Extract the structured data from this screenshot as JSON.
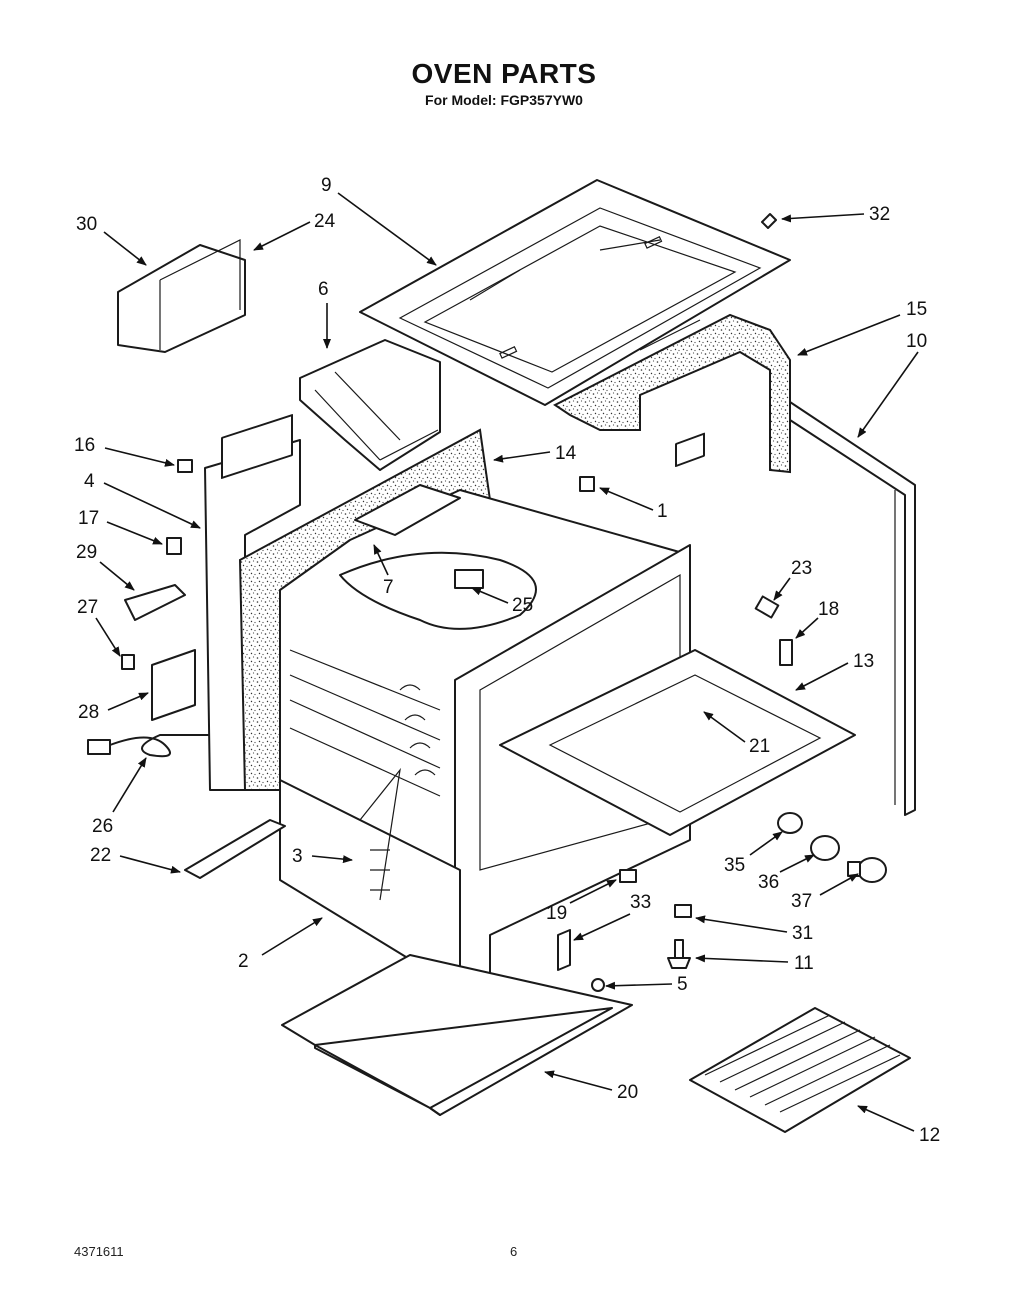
{
  "header": {
    "title": "OVEN PARTS",
    "subtitle": "For Model: FGP357YW0"
  },
  "footer": {
    "doc_number": "4371611",
    "page_number": "6"
  },
  "callouts": [
    {
      "label": "1"
    },
    {
      "label": "2"
    },
    {
      "label": "3"
    },
    {
      "label": "4"
    },
    {
      "label": "5"
    },
    {
      "label": "6"
    },
    {
      "label": "7"
    },
    {
      "label": "9"
    },
    {
      "label": "10"
    },
    {
      "label": "11"
    },
    {
      "label": "12"
    },
    {
      "label": "13"
    },
    {
      "label": "14"
    },
    {
      "label": "15"
    },
    {
      "label": "16"
    },
    {
      "label": "17"
    },
    {
      "label": "18"
    },
    {
      "label": "19"
    },
    {
      "label": "20"
    },
    {
      "label": "21"
    },
    {
      "label": "22"
    },
    {
      "label": "23"
    },
    {
      "label": "24"
    },
    {
      "label": "25"
    },
    {
      "label": "26"
    },
    {
      "label": "27"
    },
    {
      "label": "28"
    },
    {
      "label": "29"
    },
    {
      "label": "30"
    },
    {
      "label": "31"
    },
    {
      "label": "32"
    },
    {
      "label": "33"
    },
    {
      "label": "35"
    },
    {
      "label": "36"
    },
    {
      "label": "37"
    }
  ],
  "colors": {
    "ink": "#1a1a1a",
    "paper": "#ffffff"
  }
}
